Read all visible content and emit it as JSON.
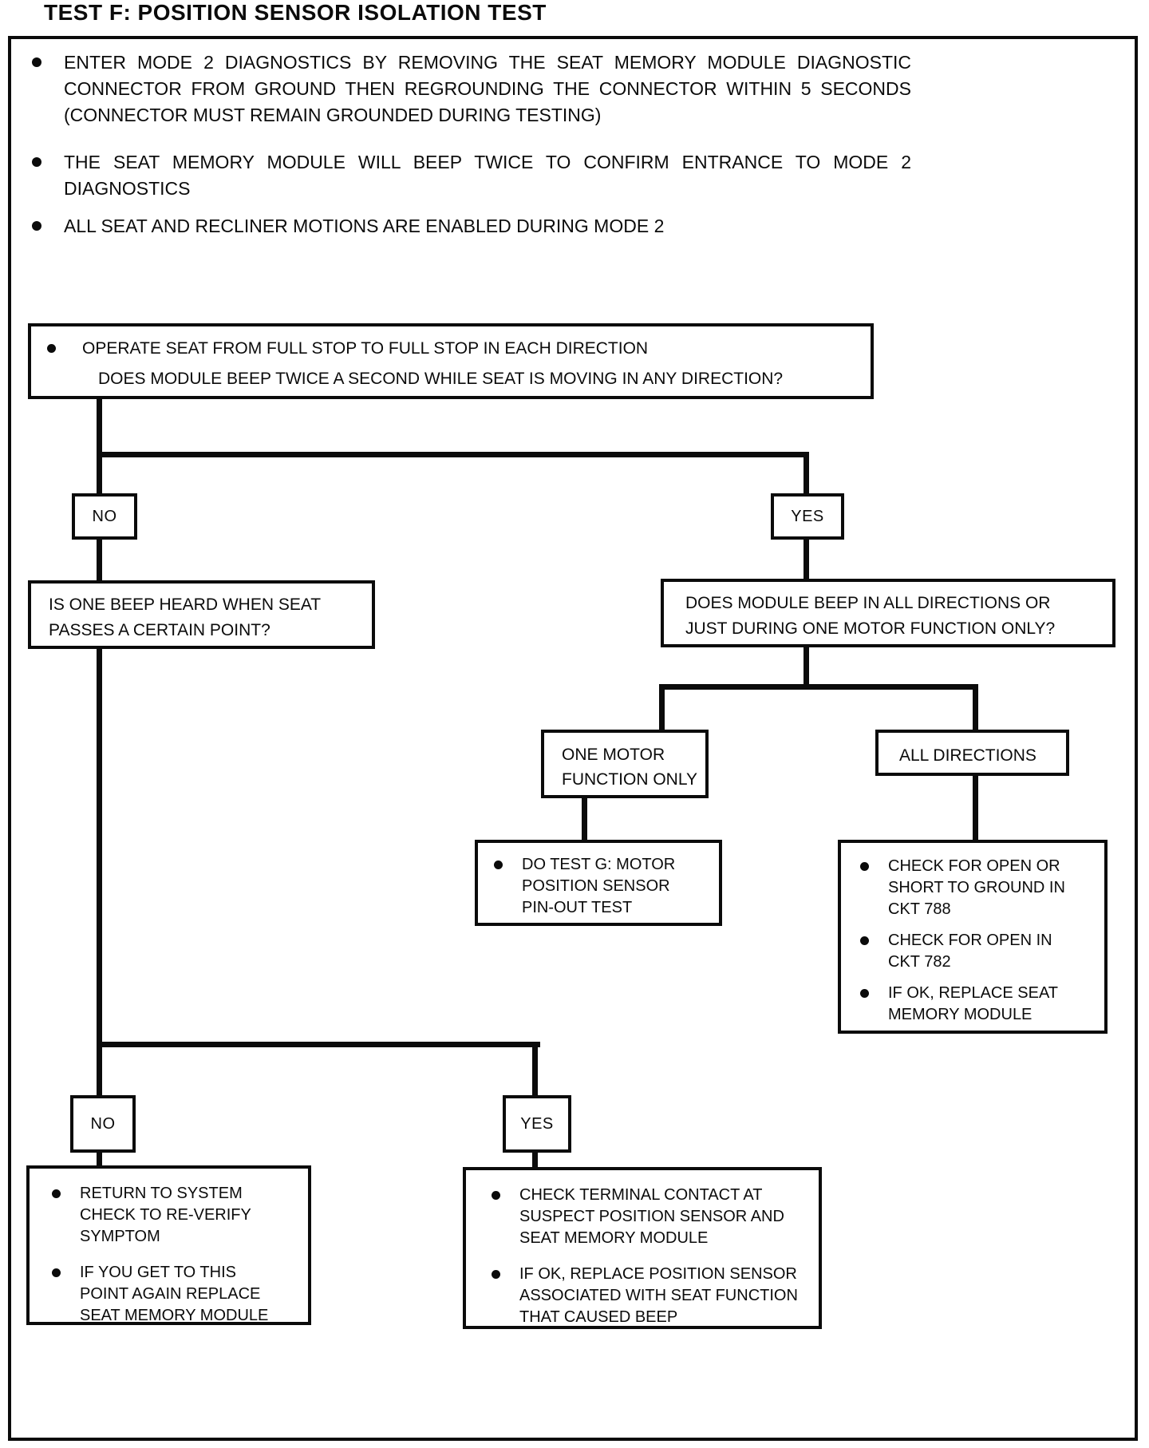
{
  "page": {
    "title": "TEST F: POSITION SENSOR ISOLATION TEST"
  },
  "intro": {
    "bullets": [
      "ENTER MODE 2 DIAGNOSTICS BY REMOVING THE SEAT MEMORY MODULE DIAGNOSTIC CONNECTOR FROM GROUND THEN REGROUNDING THE CONNECTOR WITHIN 5 SECONDS (CONNECTOR MUST REMAIN GROUNDED DURING TESTING)",
      "THE SEAT MEMORY MODULE WILL BEEP TWICE TO CONFIRM ENTRANCE TO MODE 2 DIAGNOSTICS",
      "ALL SEAT AND RECLINER MOTIONS ARE ENABLED DURING MODE 2"
    ]
  },
  "flowchart": {
    "start": {
      "action": "OPERATE SEAT FROM FULL STOP TO FULL STOP IN EACH DIRECTION",
      "question": "DOES MODULE BEEP TWICE A SECOND WHILE SEAT IS MOVING IN ANY DIRECTION?"
    },
    "branch1": {
      "no": "NO",
      "yes": "YES"
    },
    "left_question": "IS ONE BEEP HEARD WHEN SEAT\nPASSES A CERTAIN POINT?",
    "right_question": "DOES MODULE BEEP IN ALL DIRECTIONS OR\nJUST DURING ONE MOTOR FUNCTION ONLY?",
    "one_motor": "ONE MOTOR\nFUNCTION ONLY",
    "all_directions": "ALL DIRECTIONS",
    "do_test_g": {
      "steps": [
        "DO TEST G: MOTOR\nPOSITION SENSOR\nPIN-OUT TEST"
      ]
    },
    "check_circuits": {
      "steps": [
        "CHECK FOR OPEN OR\nSHORT TO GROUND IN\nCKT 788",
        "CHECK FOR OPEN IN\nCKT 782",
        "IF OK, REPLACE SEAT\nMEMORY MODULE"
      ]
    },
    "branch2": {
      "no": "NO",
      "yes": "YES"
    },
    "outcome_no": {
      "steps": [
        "RETURN TO SYSTEM\nCHECK TO RE-VERIFY\nSYMPTOM",
        "IF YOU GET TO THIS\nPOINT AGAIN REPLACE\nSEAT MEMORY MODULE"
      ]
    },
    "outcome_yes": {
      "steps": [
        "CHECK TERMINAL CONTACT AT\nSUSPECT POSITION SENSOR AND\nSEAT MEMORY MODULE",
        "IF OK, REPLACE POSITION SENSOR\nASSOCIATED WITH SEAT FUNCTION\nTHAT CAUSED BEEP"
      ]
    }
  },
  "colors": {
    "ink": "#0b0b0b",
    "paper": "#ffffff"
  }
}
